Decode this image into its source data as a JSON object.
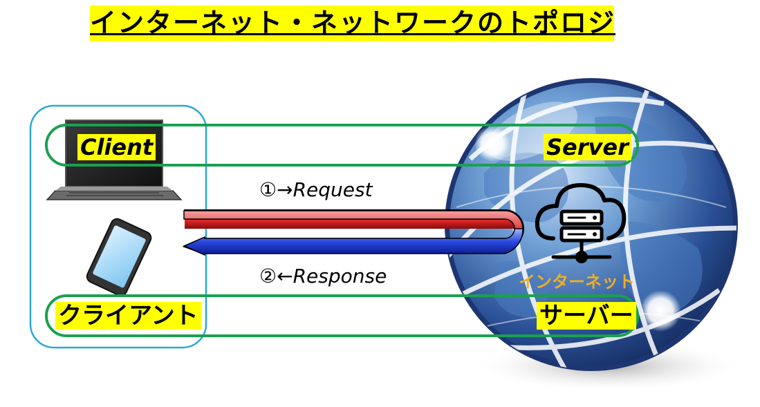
{
  "title": "インターネット・ネットワークのトポロジ",
  "labels": {
    "client_en": "Client",
    "server_en": "Server",
    "client_jp": "クライアント",
    "server_jp": "サーバー",
    "internet": "インターネット"
  },
  "arrows": {
    "request": "①→Request",
    "response": "②←Response"
  },
  "colors": {
    "highlight": "#ffff00",
    "client_box": "#2aa8d8",
    "group_box": "#1aa050",
    "request_arrow": "#d42020",
    "response_arrow": "#2040d8",
    "internet_text": "#f0b020"
  },
  "icons": [
    "laptop-icon",
    "smartphone-icon",
    "globe-icon",
    "cloud-server-icon"
  ]
}
